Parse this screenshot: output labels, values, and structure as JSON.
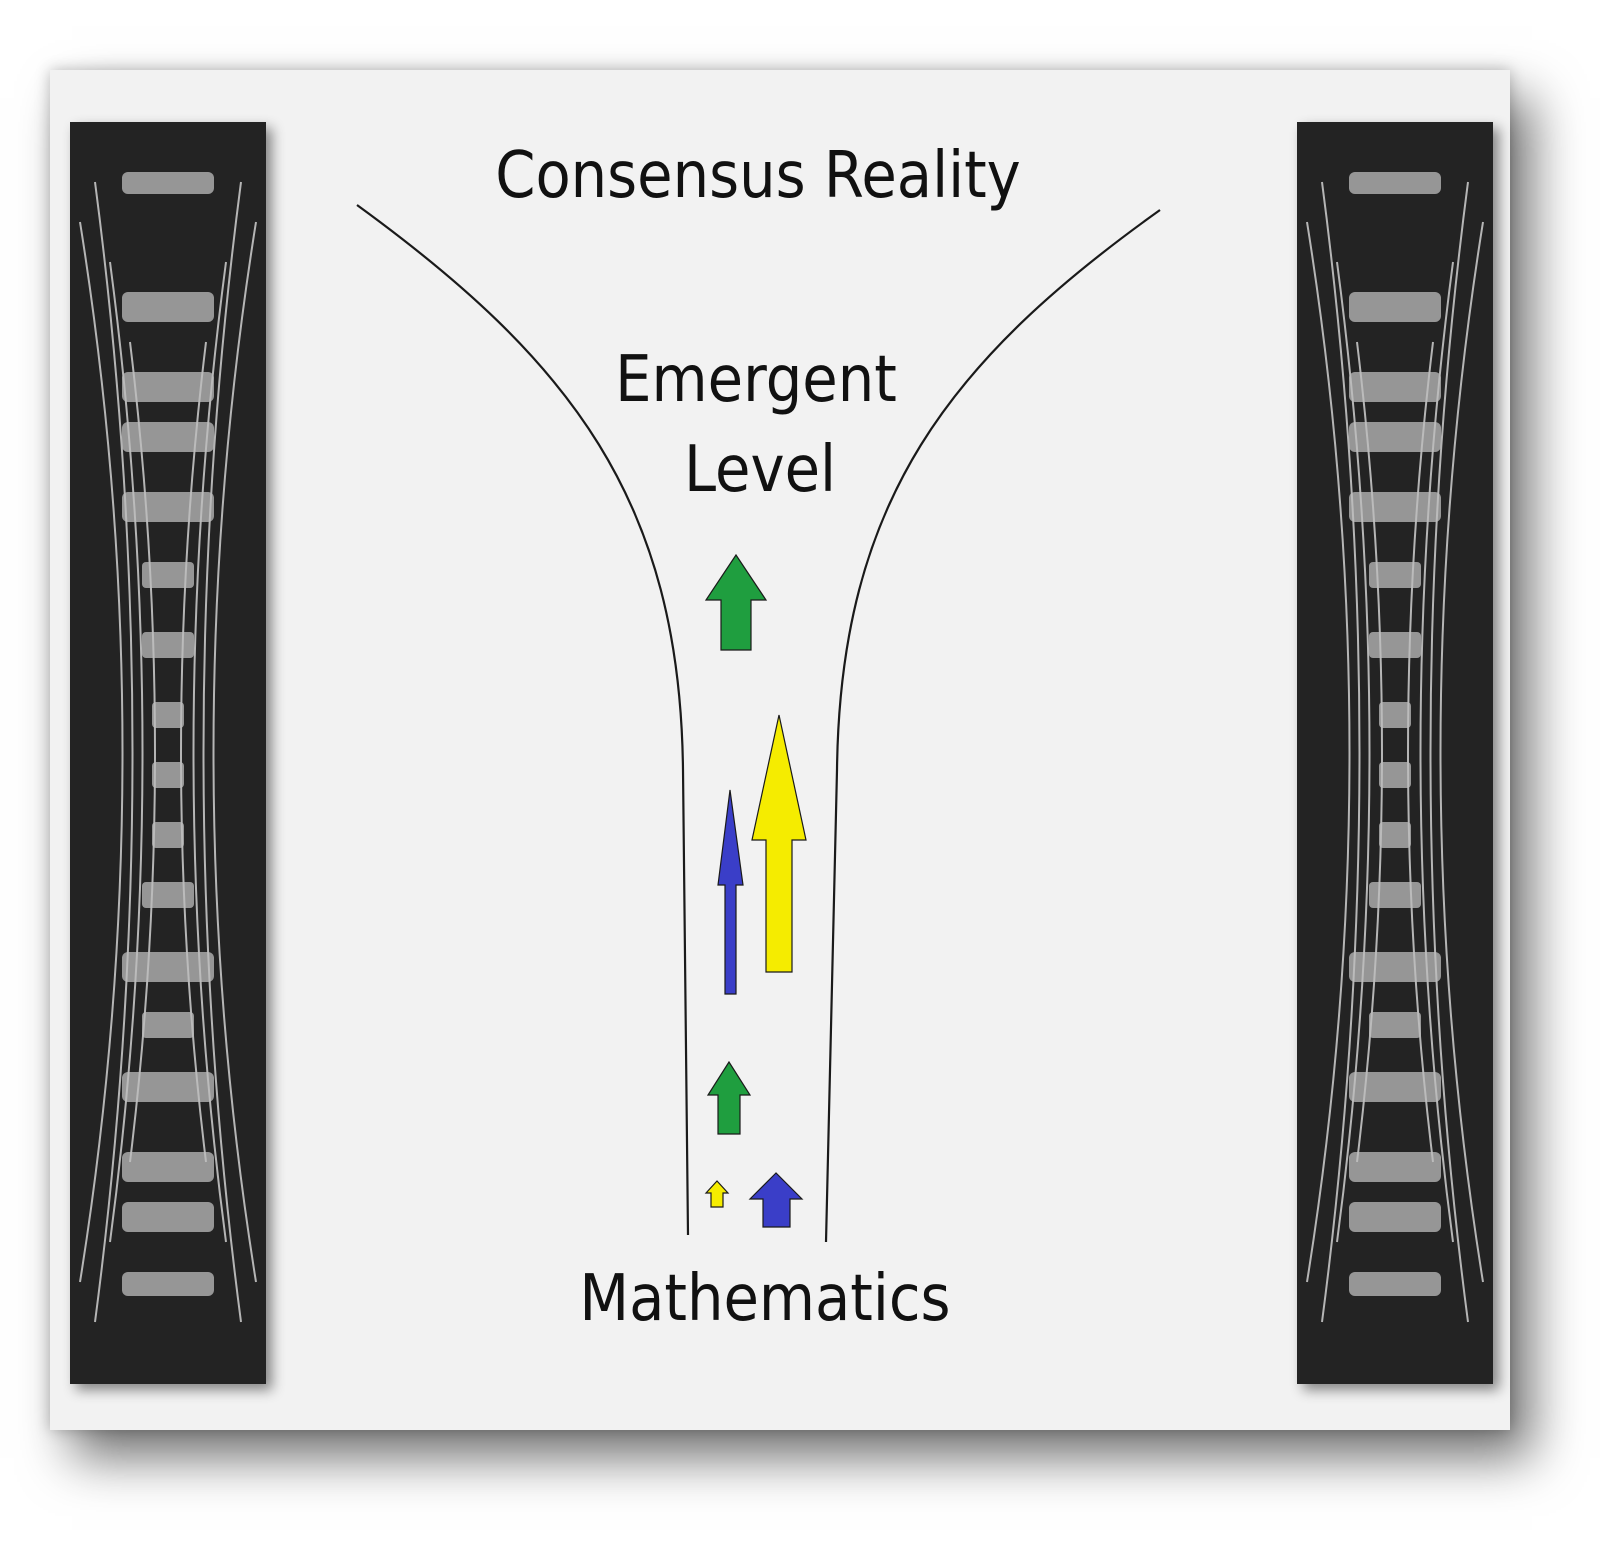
{
  "diagram": {
    "top_label": "Consensus Reality",
    "middle_label_line1": "Emergent",
    "middle_label_line2": "Level",
    "bottom_label": "Mathematics"
  },
  "colors": {
    "background": "#f2f2f2",
    "panel": "#232323",
    "funnel_line": "#1a1a1a",
    "arrow_green": "#1f9e3f",
    "arrow_yellow": "#f5ec00",
    "arrow_blue": "#3a3ec8"
  },
  "arrows": [
    {
      "name": "green-arrow-top",
      "color": "green"
    },
    {
      "name": "yellow-arrow-large",
      "color": "yellow"
    },
    {
      "name": "blue-arrow-tall",
      "color": "blue"
    },
    {
      "name": "green-arrow-small",
      "color": "green"
    },
    {
      "name": "yellow-arrow-tiny",
      "color": "yellow"
    },
    {
      "name": "blue-arrow-short",
      "color": "blue"
    }
  ]
}
